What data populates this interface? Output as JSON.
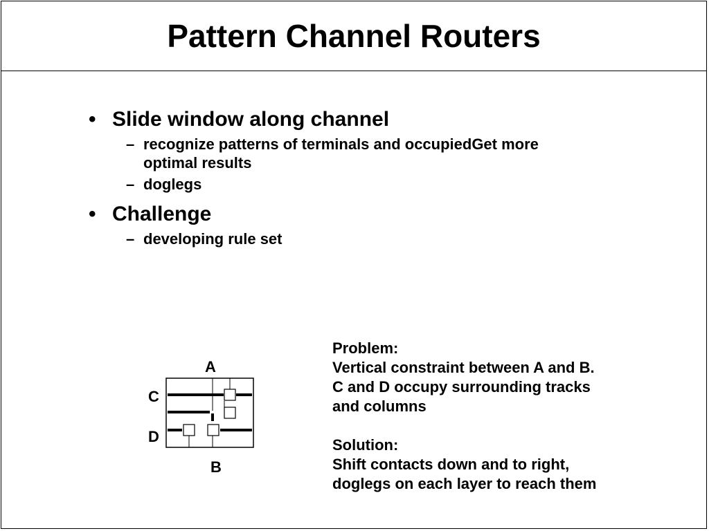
{
  "slide": {
    "title": "Pattern Channel Routers",
    "bullets": [
      {
        "text": "Slide window along channel",
        "subs": [
          "recognize patterns of terminals and occupiedGet more",
          "optimal results",
          "doglegs"
        ]
      },
      {
        "text": "Challenge",
        "subs": [
          "developing rule set"
        ]
      }
    ],
    "bullet_glyph": "•",
    "dash_glyph": "–",
    "caption": {
      "problem_label": "Problem:",
      "problem_lines": [
        "Vertical constraint between A and B.",
        "C and D occupy surrounding tracks",
        "and columns"
      ],
      "solution_label": "Solution:",
      "solution_lines": [
        "Shift contacts down and to right,",
        "doglegs on each layer to reach them"
      ]
    },
    "diagram": {
      "labels": {
        "a": "A",
        "b": "B",
        "c": "C",
        "d": "D"
      },
      "contacts": 4,
      "line_color": "#000000"
    }
  }
}
